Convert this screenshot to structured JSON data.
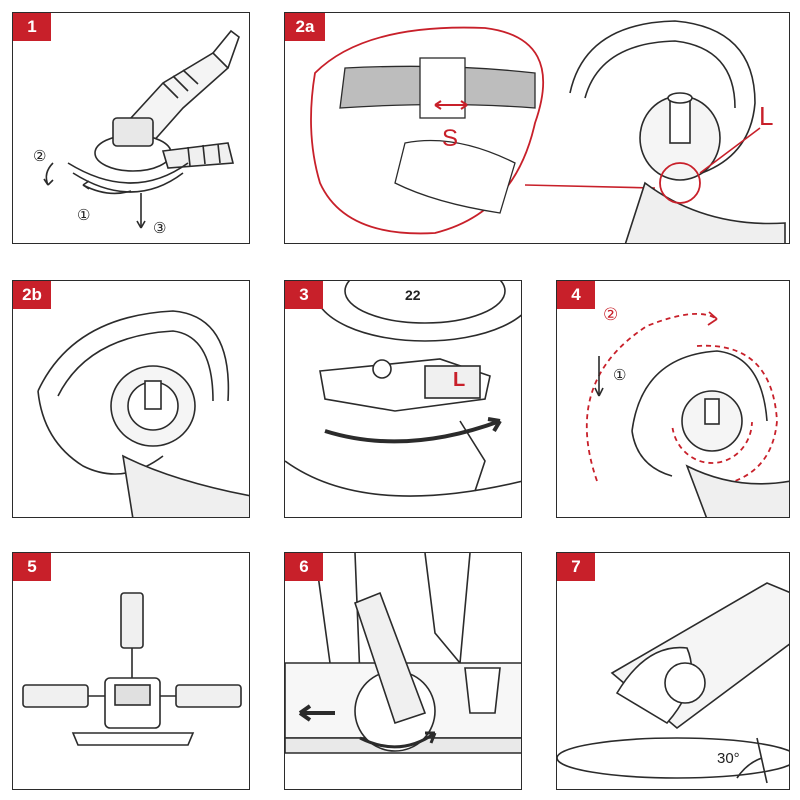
{
  "colors": {
    "accent": "#c8202a",
    "line": "#2b2b2b",
    "gray": "#bdbdbd"
  },
  "panels": [
    {
      "id": "1",
      "badge": "1",
      "labels": {
        "c2": "②",
        "c1": "①",
        "c3": "③"
      }
    },
    {
      "id": "2a",
      "badge": "2a",
      "labels": {
        "S": "S",
        "L": "L"
      }
    },
    {
      "id": "2b",
      "badge": "2b"
    },
    {
      "id": "3",
      "badge": "3",
      "labels": {
        "L": "L",
        "ring": "22"
      }
    },
    {
      "id": "4",
      "badge": "4",
      "labels": {
        "c2": "②",
        "c1": "①"
      }
    },
    {
      "id": "5",
      "badge": "5"
    },
    {
      "id": "6",
      "badge": "6"
    },
    {
      "id": "7",
      "badge": "7",
      "labels": {
        "angle": "30°"
      }
    }
  ]
}
